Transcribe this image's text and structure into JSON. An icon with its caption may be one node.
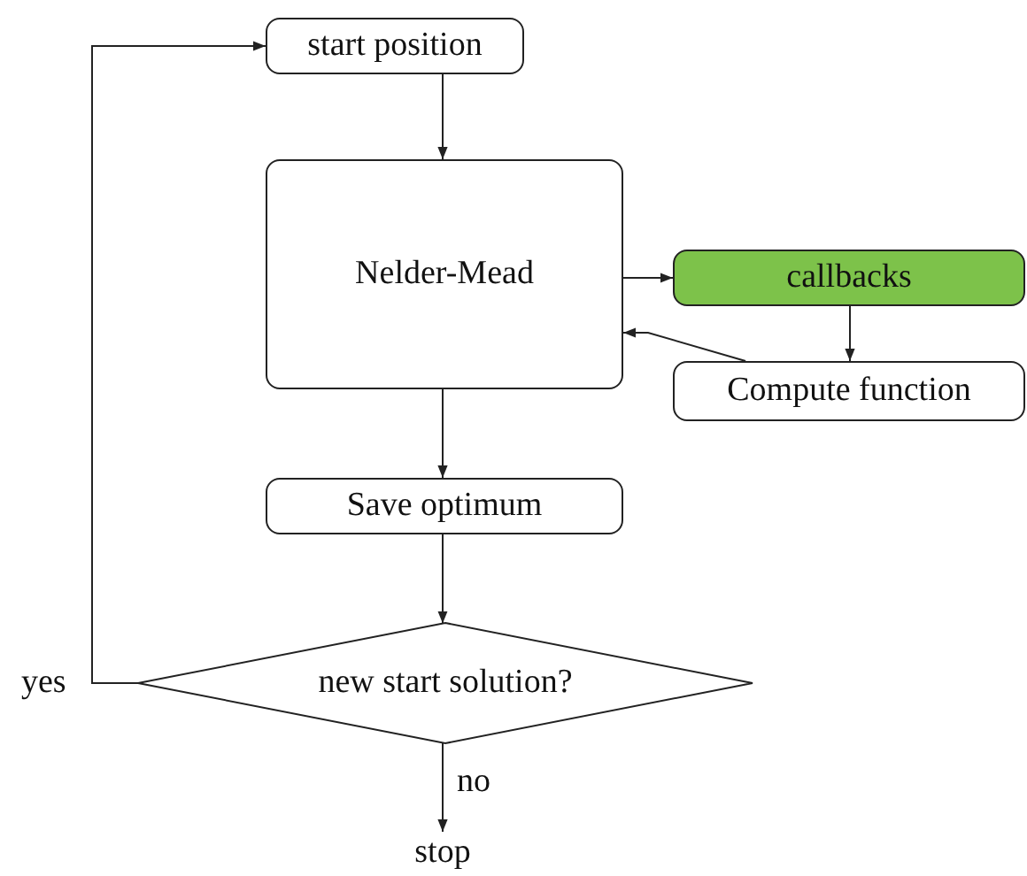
{
  "diagram": {
    "nodes": [
      {
        "text": [
          "start position"
        ]
      },
      {
        "text": [
          "Nelder-Mead"
        ]
      },
      {
        "text": [
          "callbacks"
        ]
      },
      {
        "text": [
          "Compute function"
        ]
      },
      {
        "text": [
          "Save optimum"
        ]
      },
      {
        "text": [
          "new start solution?"
        ]
      },
      {
        "text": [
          "stop"
        ]
      }
    ],
    "edges": [
      {
        "from": 0,
        "to": 1,
        "arrow": "to"
      },
      {
        "from": 1,
        "to": 2,
        "arrow": "to"
      },
      {
        "from": 2,
        "to": 3,
        "arrow": "to"
      },
      {
        "from": 3,
        "to": 1,
        "arrow": "to"
      },
      {
        "from": 1,
        "to": 4,
        "arrow": "to"
      },
      {
        "from": 4,
        "to": 5,
        "arrow": "to"
      },
      {
        "from": 5,
        "to": 0,
        "arrow": "to",
        "label": "yes"
      },
      {
        "from": 5,
        "to": 6,
        "arrow": "to",
        "label": "no"
      }
    ]
  }
}
